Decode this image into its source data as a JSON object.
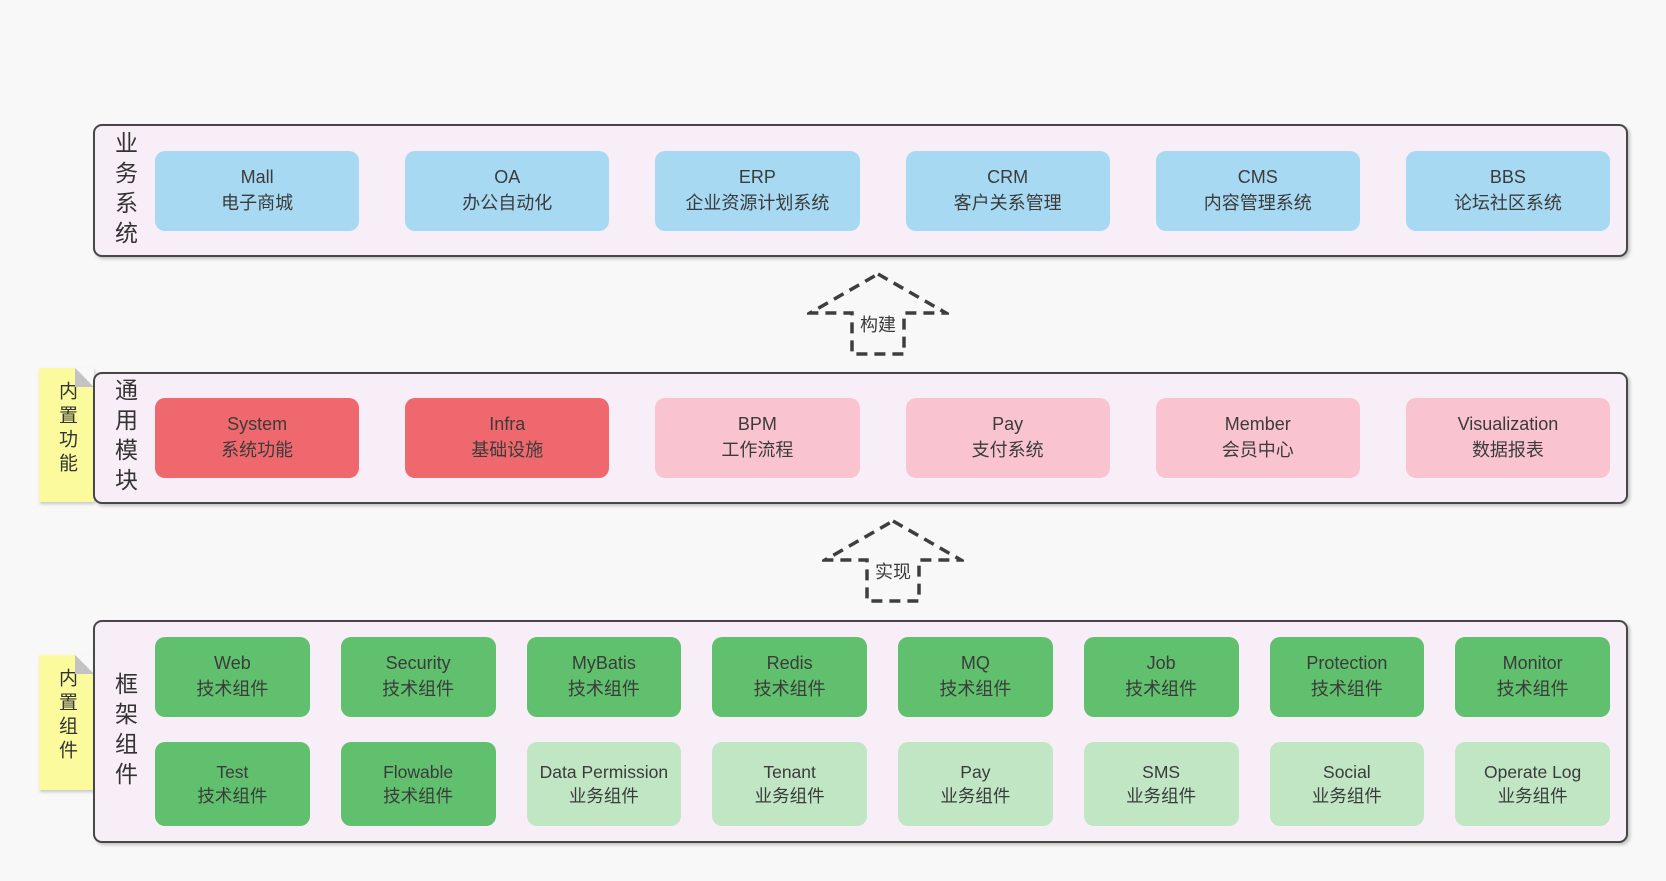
{
  "arrows": {
    "build": "构建",
    "implement": "实现"
  },
  "colors": {
    "page_bg": "#f8f8f8",
    "container_fill": "#f8eef7",
    "container_border": "#474747",
    "box_blue": "#a7d9f2",
    "box_red": "#ef686d",
    "box_pink": "#f9c4cf",
    "box_green": "#60c06d",
    "box_light_green": "#c0e6c4",
    "note_yellow": "#fbfa9d",
    "note_fold_gray": "#c3c3c3",
    "text": "#3b3b3b"
  },
  "layers": {
    "business": {
      "label": "业务系统",
      "boxes": [
        {
          "en": "Mall",
          "zh": "电子商城"
        },
        {
          "en": "OA",
          "zh": "办公自动化"
        },
        {
          "en": "ERP",
          "zh": "企业资源计划系统"
        },
        {
          "en": "CRM",
          "zh": "客户关系管理"
        },
        {
          "en": "CMS",
          "zh": "内容管理系统"
        },
        {
          "en": "BBS",
          "zh": "论坛社区系统"
        }
      ]
    },
    "modules": {
      "label": "通用模块",
      "note": "内置功能",
      "boxes": [
        {
          "en": "System",
          "zh": "系统功能"
        },
        {
          "en": "Infra",
          "zh": "基础设施"
        },
        {
          "en": "BPM",
          "zh": "工作流程"
        },
        {
          "en": "Pay",
          "zh": "支付系统"
        },
        {
          "en": "Member",
          "zh": "会员中心"
        },
        {
          "en": "Visualization",
          "zh": "数据报表"
        }
      ]
    },
    "components": {
      "label": "框架组件",
      "note": "内置组件",
      "row1": [
        {
          "en": "Web",
          "zh": "技术组件"
        },
        {
          "en": "Security",
          "zh": "技术组件"
        },
        {
          "en": "MyBatis",
          "zh": "技术组件"
        },
        {
          "en": "Redis",
          "zh": "技术组件"
        },
        {
          "en": "MQ",
          "zh": "技术组件"
        },
        {
          "en": "Job",
          "zh": "技术组件"
        },
        {
          "en": "Protection",
          "zh": "技术组件"
        },
        {
          "en": "Monitor",
          "zh": "技术组件"
        }
      ],
      "row2": [
        {
          "en": "Test",
          "zh": "技术组件"
        },
        {
          "en": "Flowable",
          "zh": "技术组件"
        },
        {
          "en": "Data Permission",
          "zh": "业务组件"
        },
        {
          "en": "Tenant",
          "zh": "业务组件"
        },
        {
          "en": "Pay",
          "zh": "业务组件"
        },
        {
          "en": "SMS",
          "zh": "业务组件"
        },
        {
          "en": "Social",
          "zh": "业务组件"
        },
        {
          "en": "Operate Log",
          "zh": "业务组件"
        }
      ]
    }
  }
}
